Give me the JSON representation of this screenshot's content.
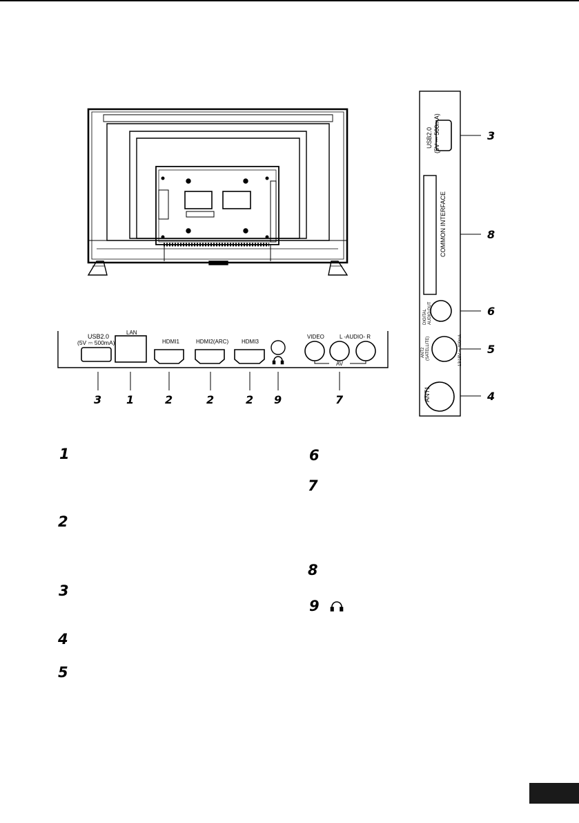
{
  "side_panel": {
    "usb": "USB2.0",
    "usb_rating": "(5V ⎓ 500mA)",
    "ci": "COMMON INTERFACE",
    "digital_audio_1": "DIGITAL",
    "digital_audio_2": "AUDIO OUT",
    "ant2_1": "ANT2",
    "ant2_2": "(SATELLITE)",
    "ant2_rating": "13/18V ⎓ 400mA",
    "ant1": "ANT1",
    "callouts": [
      "3",
      "8",
      "6",
      "5",
      "4"
    ]
  },
  "bottom_panel": {
    "usb": "USB2.0",
    "usb_rating": "(5V ⎓ 500mA)",
    "lan": "LAN",
    "hdmi1": "HDMI1",
    "hdmi2": "HDMI2(ARC)",
    "hdmi3": "HDMI3",
    "video": "VIDEO",
    "audio": "L -AUDIO- R",
    "av": "AV",
    "callouts": [
      "3",
      "1",
      "2",
      "2",
      "2",
      "9",
      "7"
    ]
  },
  "list": {
    "left": [
      "1",
      "2",
      "3",
      "4",
      "5"
    ],
    "right": [
      "6",
      "7",
      "8",
      "9"
    ],
    "headphone_icon": "headphone-icon"
  }
}
